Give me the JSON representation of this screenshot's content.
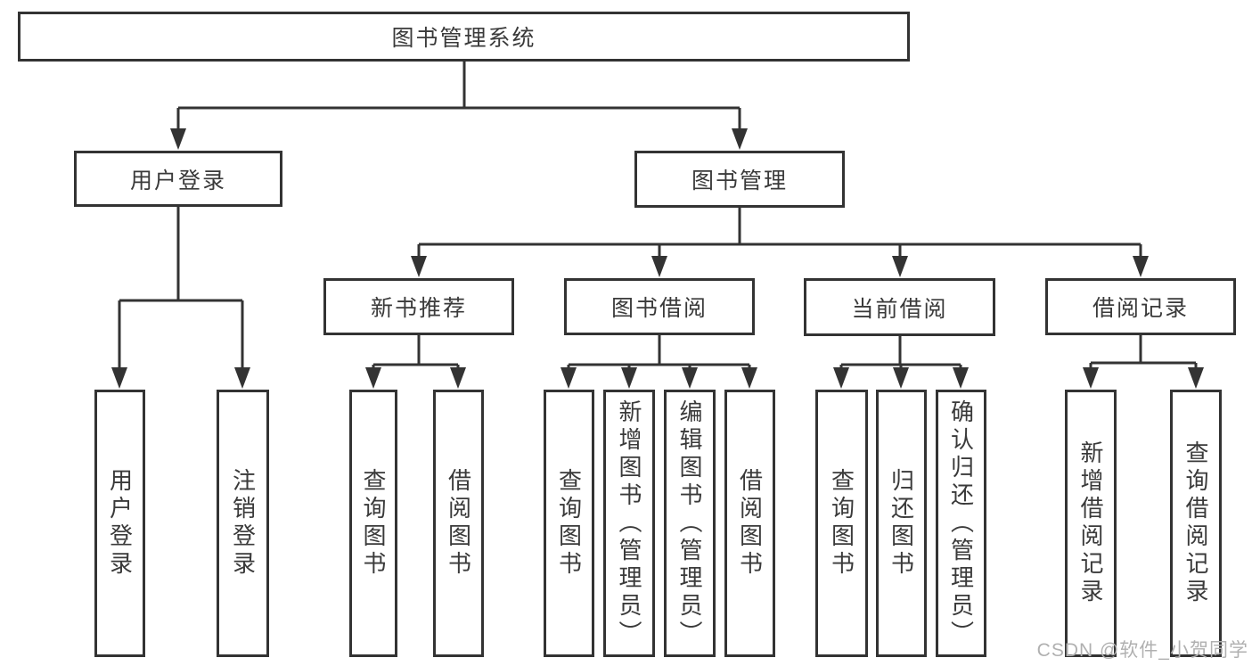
{
  "colors": {
    "line": "#333333",
    "box_border": "#333333",
    "box_background": "#ffffff",
    "text": "#3a3a3a",
    "watermark_text": "#b0b0b0",
    "page_background": "#ffffff"
  },
  "tree": {
    "root": {
      "label": "图书管理系统"
    },
    "branches": [
      {
        "label": "用户登录",
        "leaves": [
          {
            "label": "用户登录"
          },
          {
            "label": "注销登录"
          }
        ]
      },
      {
        "label": "图书管理",
        "groups": [
          {
            "label": "新书推荐",
            "leaves": [
              {
                "label": "查询图书"
              },
              {
                "label": "借阅图书"
              }
            ]
          },
          {
            "label": "图书借阅",
            "leaves": [
              {
                "label": "查询图书"
              },
              {
                "label": "新增图书（管理员）"
              },
              {
                "label": "编辑图书（管理员）"
              },
              {
                "label": "借阅图书"
              }
            ]
          },
          {
            "label": "当前借阅",
            "leaves": [
              {
                "label": "查询图书"
              },
              {
                "label": "归还图书"
              },
              {
                "label": "确认归还（管理员）"
              }
            ]
          },
          {
            "label": "借阅记录",
            "leaves": [
              {
                "label": "新增借阅记录"
              },
              {
                "label": "查询借阅记录"
              }
            ]
          }
        ]
      }
    ]
  },
  "watermark": {
    "text": "CSDN @软件_小贺同学"
  }
}
